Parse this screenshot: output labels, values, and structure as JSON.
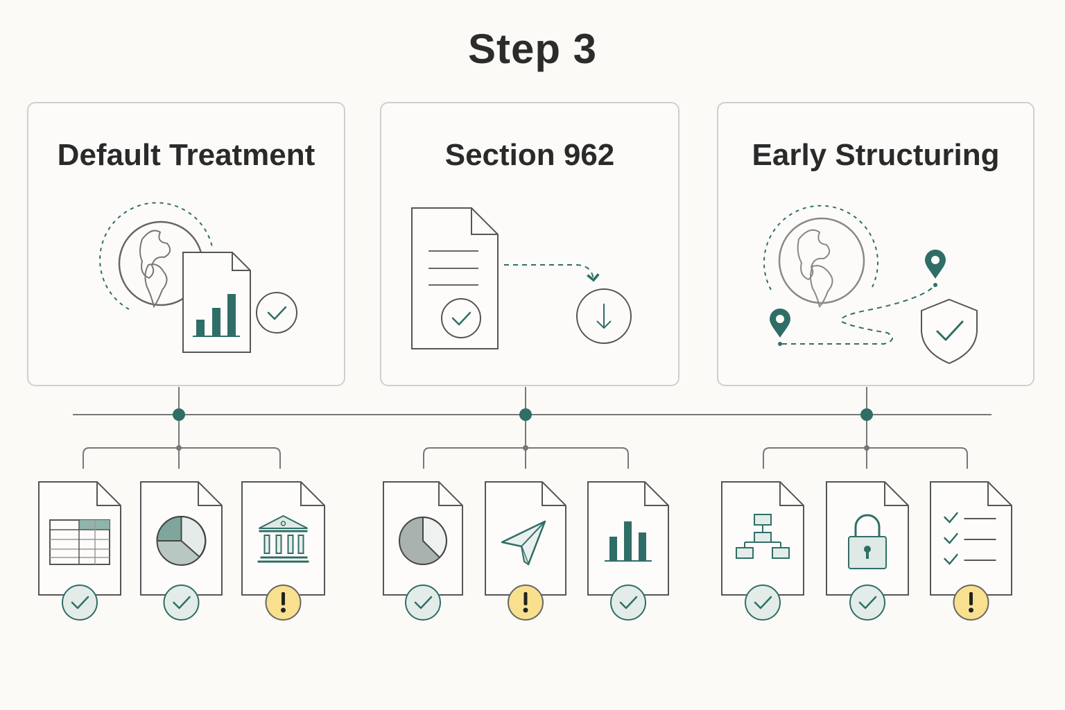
{
  "title": "Step 3",
  "colors": {
    "teal": "#2f6e66",
    "gray": "#555555",
    "light_teal": "#e3ece8",
    "warn": "#f8e08e"
  },
  "panels": [
    {
      "title": "Default Treatment",
      "icons": [
        "globe-icon",
        "bar-chart-document-icon",
        "check-circle-icon"
      ]
    },
    {
      "title": "Section 962",
      "icons": [
        "document-icon",
        "check-circle-icon",
        "dashed-arrow-icon",
        "download-circle-icon"
      ]
    },
    {
      "title": "Early Structuring",
      "icons": [
        "globe-icon",
        "location-pin-icon",
        "dashed-route-icon",
        "shield-check-icon"
      ]
    }
  ],
  "groups": [
    {
      "docs": [
        {
          "icon": "spreadsheet-icon",
          "status": "check"
        },
        {
          "icon": "pie-chart-icon",
          "status": "check"
        },
        {
          "icon": "bank-icon",
          "status": "warning"
        }
      ]
    },
    {
      "docs": [
        {
          "icon": "pie-chart-icon",
          "status": "check"
        },
        {
          "icon": "paper-plane-icon",
          "status": "warning"
        },
        {
          "icon": "bar-chart-icon",
          "status": "check"
        }
      ]
    },
    {
      "docs": [
        {
          "icon": "org-chart-icon",
          "status": "check"
        },
        {
          "icon": "padlock-icon",
          "status": "check"
        },
        {
          "icon": "checklist-icon",
          "status": "warning"
        }
      ]
    }
  ]
}
